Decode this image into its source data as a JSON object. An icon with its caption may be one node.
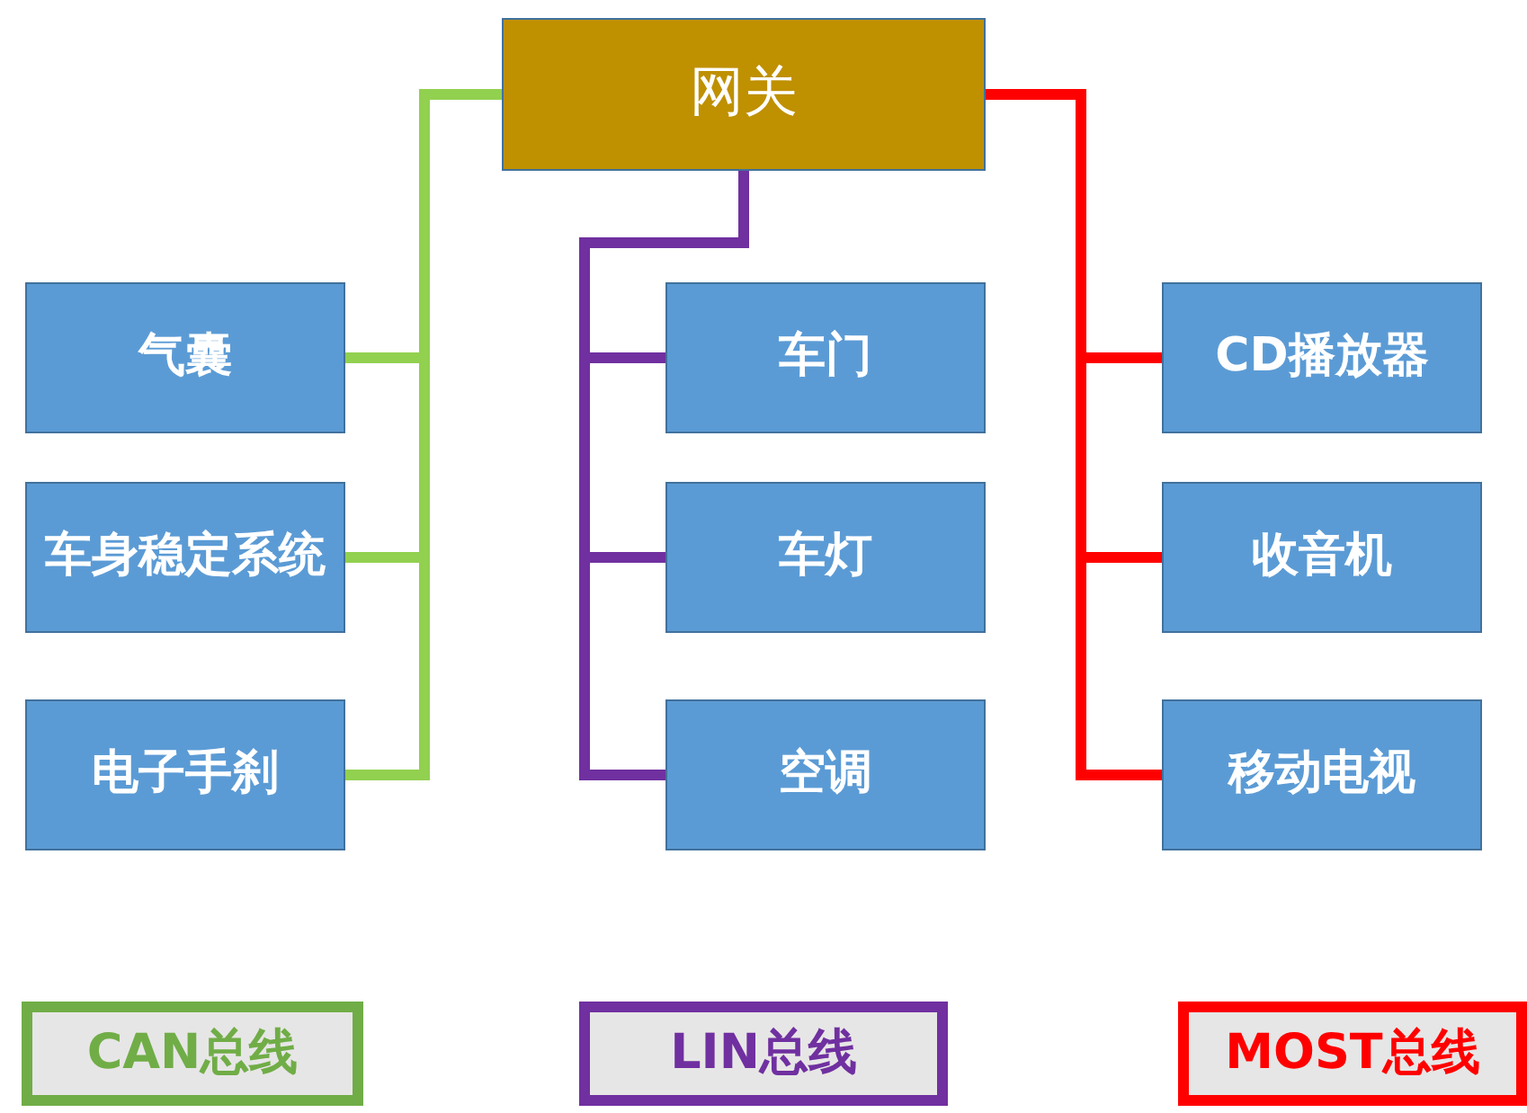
{
  "diagram": {
    "nodes": [
      {
        "text": [
          "网关"
        ]
      },
      {
        "text": [
          "气囊"
        ]
      },
      {
        "text": [
          "车身稳定系统"
        ]
      },
      {
        "text": [
          "电子手刹"
        ]
      },
      {
        "text": [
          "车门"
        ]
      },
      {
        "text": [
          "车灯"
        ]
      },
      {
        "text": [
          "空调"
        ]
      },
      {
        "text": [
          "CD播放器"
        ]
      },
      {
        "text": [
          "收音机"
        ]
      },
      {
        "text": [
          "移动电视"
        ]
      }
    ],
    "edges": [
      {
        "from": 0,
        "to": 1,
        "arrow": "none",
        "color": "#92d050"
      },
      {
        "from": 0,
        "to": 2,
        "arrow": "none",
        "color": "#92d050"
      },
      {
        "from": 0,
        "to": 3,
        "arrow": "none",
        "color": "#92d050"
      },
      {
        "from": 0,
        "to": 4,
        "arrow": "none",
        "color": "#7030a0"
      },
      {
        "from": 0,
        "to": 5,
        "arrow": "none",
        "color": "#7030a0"
      },
      {
        "from": 0,
        "to": 6,
        "arrow": "none",
        "color": "#7030a0"
      },
      {
        "from": 0,
        "to": 7,
        "arrow": "none",
        "color": "#ff0000"
      },
      {
        "from": 0,
        "to": 8,
        "arrow": "none",
        "color": "#ff0000"
      },
      {
        "from": 0,
        "to": 9,
        "arrow": "none",
        "color": "#ff0000"
      }
    ],
    "legend": [
      {
        "text": "CAN总线",
        "color": "#70ad47"
      },
      {
        "text": "LIN总线",
        "color": "#7030a0"
      },
      {
        "text": "MOST总线",
        "color": "#ff0000"
      }
    ]
  }
}
